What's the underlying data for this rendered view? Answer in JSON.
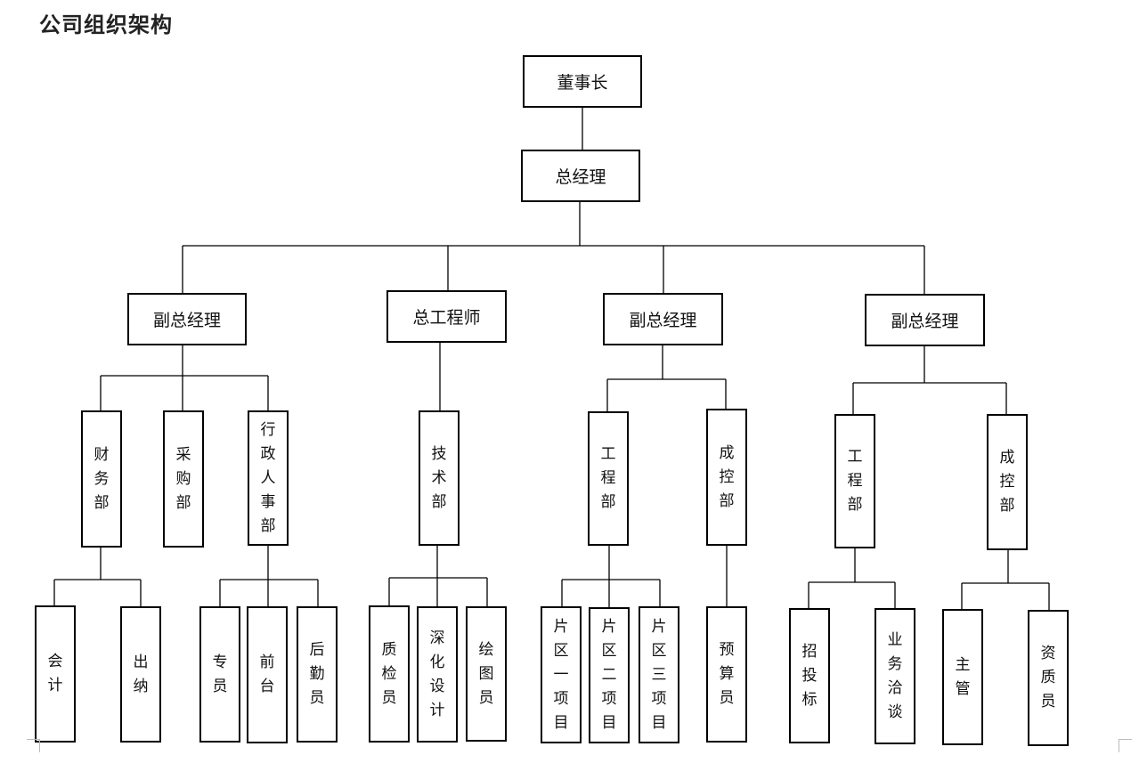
{
  "title": "公司组织架构",
  "nodes": {
    "chairman": "董事长",
    "gm": "总经理",
    "vp1": "副总经理",
    "chief_engineer": "总工程师",
    "vp2": "副总经理",
    "vp3": "副总经理",
    "finance": "财务部",
    "purchasing": "采购部",
    "admin_hr": "行政人事部",
    "tech": "技术部",
    "eng2": "工程部",
    "cost2": "成控部",
    "eng3": "工程部",
    "cost3": "成控部",
    "accountant": "会计",
    "cashier": "出纳",
    "specialist": "专员",
    "reception": "前台",
    "logistics": "后勤员",
    "qc": "质检员",
    "deepening": "深化设计",
    "drafting": "绘图员",
    "area1": "片区一项目",
    "area2": "片区二项目",
    "area3": "片区三项目",
    "budget": "预算员",
    "bidding": "招投标",
    "negotiation": "业务洽谈",
    "supervisor": "主管",
    "qualification": "资质员"
  },
  "colors": {
    "border": "#000000",
    "line": "#000000",
    "text": "#111111"
  }
}
